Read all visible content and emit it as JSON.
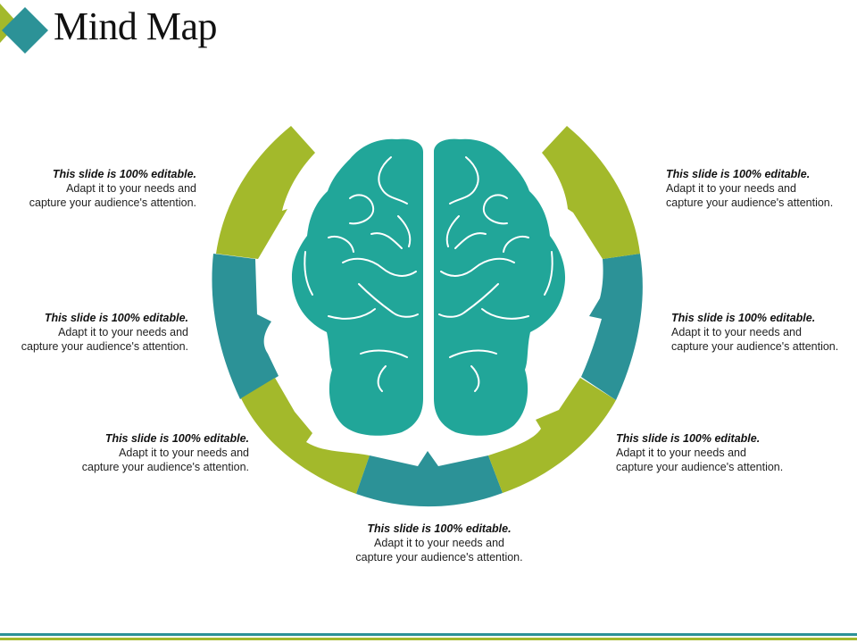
{
  "slide": {
    "title": "Mind Map"
  },
  "colors": {
    "green": "#a3b92b",
    "teal": "#2c9297",
    "brain": "#21a699",
    "brain_lines": "#ffffff",
    "title_mark": "#2c9297",
    "footer_teal": "#2c9297",
    "footer_green": "#a3b92b"
  },
  "segments": [
    {
      "name": "upper-left",
      "color": "green"
    },
    {
      "name": "middle-left",
      "color": "teal"
    },
    {
      "name": "lower-left",
      "color": "green"
    },
    {
      "name": "bottom",
      "color": "teal"
    },
    {
      "name": "lower-right",
      "color": "green"
    },
    {
      "name": "middle-right",
      "color": "teal"
    },
    {
      "name": "upper-right",
      "color": "green"
    }
  ],
  "labels": [
    {
      "head": "This slide is 100% editable.",
      "body": "Adapt it to your needs and capture your audience's attention."
    },
    {
      "head": "This slide is 100% editable.",
      "body": "Adapt it to your needs and capture your audience's attention."
    },
    {
      "head": "This slide is 100% editable.",
      "body": "Adapt it to your needs and capture your audience's attention."
    },
    {
      "head": "This slide is 100% editable.",
      "body": "Adapt it to your needs and capture your audience's attention."
    },
    {
      "head": "This slide is 100% editable.",
      "body": "Adapt it to your needs and capture your audience's attention."
    },
    {
      "head": "This slide is 100% editable.",
      "body": "Adapt it to your needs and capture your audience's attention."
    },
    {
      "head": "This slide is 100% editable.",
      "body": "Adapt it to your needs and capture your audience's attention."
    }
  ]
}
